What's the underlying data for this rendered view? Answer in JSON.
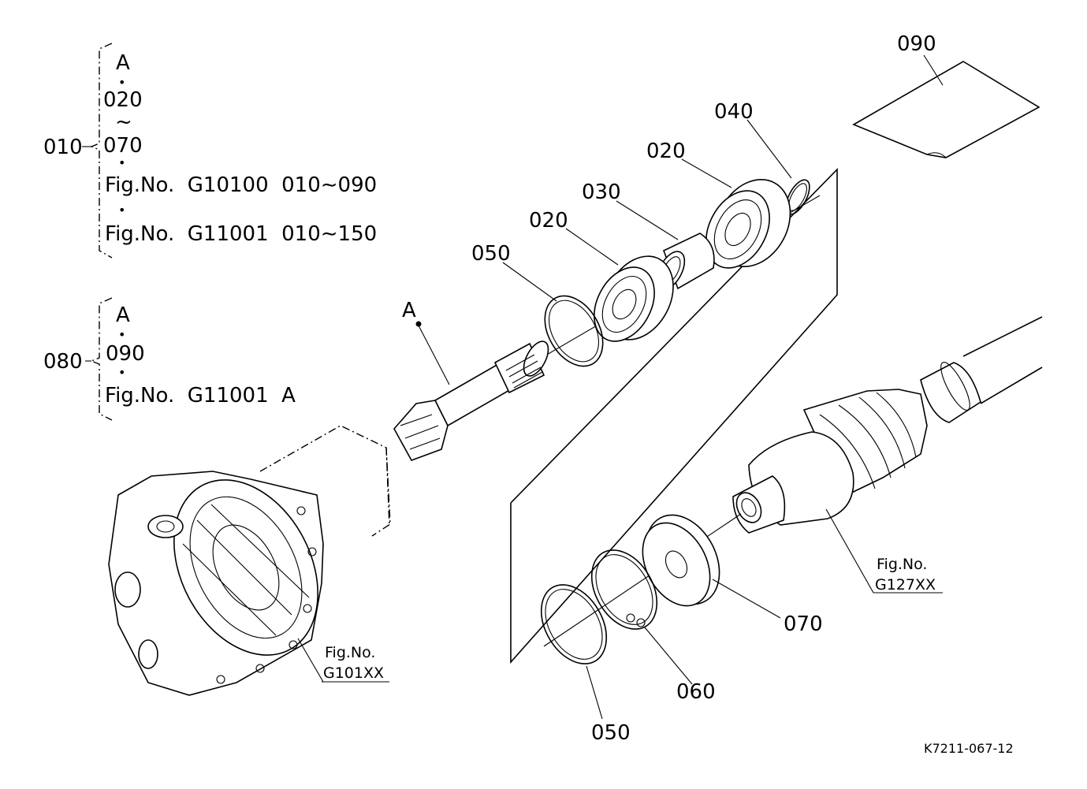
{
  "groups": [
    {
      "id": "010",
      "lines": [
        "A",
        "•",
        "020",
        "~",
        "070",
        "•",
        "Fig.No.  G10100  010∼090",
        "•",
        "Fig.No.  G11001  010∼150"
      ]
    },
    {
      "id": "080",
      "lines": [
        "A",
        "•",
        "090",
        "•",
        "Fig.No.  G11001  A"
      ]
    }
  ],
  "part_labels": {
    "p090": "090",
    "p040": "040",
    "p020_upper": "020",
    "p030": "030",
    "p020_lower": "020",
    "p050_upper": "050",
    "pA": "A",
    "p070": "070",
    "p060": "060",
    "p050_lower": "050"
  },
  "fig_refs": {
    "housing": {
      "line1": "Fig.No.",
      "line2": "G101XX"
    },
    "axle": {
      "line1": "Fig.No.",
      "line2": "G127XX"
    }
  },
  "diagram_code": "K7211-067-12"
}
